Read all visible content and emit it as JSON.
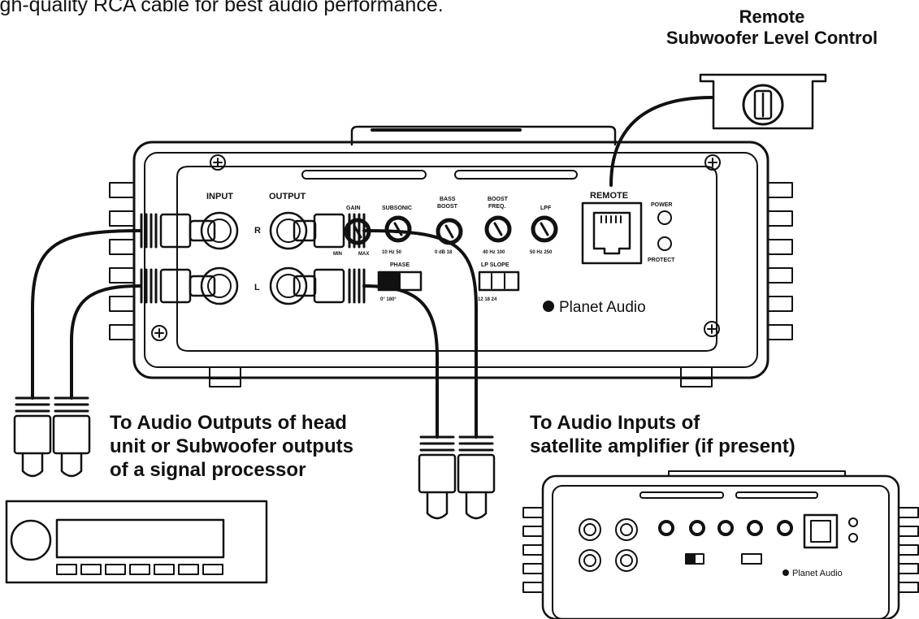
{
  "intro_text": "igh-quality RCA cable for best audio performance.",
  "remote_label": {
    "line1": "Remote",
    "line2": "Subwoofer Level Control"
  },
  "caption_head_unit": {
    "line1": "To Audio Outputs of head",
    "line2": "unit or Subwoofer outputs",
    "line3": "of a signal processor"
  },
  "caption_satellite": {
    "line1": "To Audio Inputs of",
    "line2": "satellite amplifier (if present)"
  },
  "amp_panel": {
    "input": "INPUT",
    "output": "OUTPUT",
    "channel_r": "R",
    "channel_l": "L",
    "gain": "GAIN",
    "gain_min": "MIN",
    "gain_max": "MAX",
    "subsonic": "SUBSONIC",
    "subsonic_scale": "10  Hz  50",
    "bass_boost_1": "BASS",
    "bass_boost_2": "BOOST",
    "bass_scale": "0   dB  18",
    "boost_freq_1": "BOOST",
    "boost_freq_2": "FREQ.",
    "boost_freq_scale": "40  Hz  100",
    "lpf": "LPF",
    "lpf_scale": "50  Hz  250",
    "phase": "PHASE",
    "phase_scale": "0°   180°",
    "lp_slope": "LP  SLOPE",
    "slope_scale": "12  18  24",
    "remote": "REMOTE",
    "power": "POWER",
    "protect": "PROTECT",
    "brand": "Planet Audio"
  },
  "colors": {
    "ink": "#111111",
    "paper": "#ffffff"
  }
}
